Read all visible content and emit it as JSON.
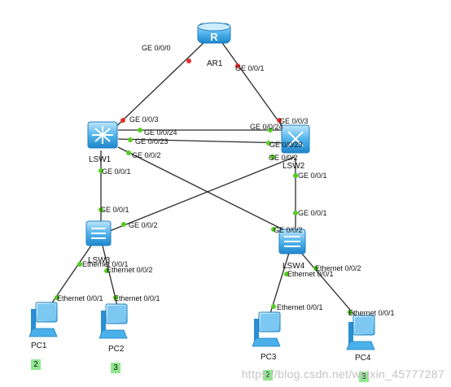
{
  "devices": {
    "ar1": "AR1",
    "lsw1": "LSW1",
    "lsw2": "LSW2",
    "lsw3": "LSW3",
    "lsw4": "LSW4",
    "pc1": "PC1",
    "pc2": "PC2",
    "pc3": "PC3",
    "pc4": "PC4"
  },
  "ports": {
    "ar1_g000": "GE 0/0/0",
    "ar1_g001": "GE 0/0/1",
    "lsw1_g003": "GE 0/0/3",
    "lsw1_g024": "GE 0/0/24",
    "lsw1_g023": "GE 0/0/23",
    "lsw1_g002": "GE 0/0/2",
    "lsw1_g001": "GE 0/0/1",
    "lsw2_g003": "GE 0/0/3",
    "lsw2_g024": "GE 0/0/24",
    "lsw2_g023": "GE 0/0/23",
    "lsw2_g002": "GE 0/0/2",
    "lsw2_g001": "GE 0/0/1",
    "lsw3_g001": "GE 0/0/1",
    "lsw3_g002": "GE 0/0/2",
    "lsw3_e001": "Ethernet 0/0/1",
    "lsw3_e002": "Ethernet 0/0/2",
    "lsw4_g001": "GE 0/0/1",
    "lsw4_g002": "GE 0/0/2",
    "lsw4_e001": "Ethernet 0/0/1",
    "lsw4_e002": "Ethernet 0/0/2",
    "pc1_e001": "Ethernet 0/0/1",
    "pc2_e001": "Ethernet 0/0/1",
    "pc3_e001": "Ethernet 0/0/1",
    "pc4_e001": "Ethernet 0/0/1"
  },
  "vlan_badges": {
    "pc1": "2",
    "pc2": "3",
    "pc3": "2",
    "pc4": "3"
  },
  "watermark": "https://blog.csdn.net/weixin_45777287",
  "colors": {
    "link": "#2b2b2b",
    "port_up": "#55cc22",
    "port_router": "#e53030",
    "device_blue": "#3aa6e6",
    "badge": "#90e890"
  },
  "icons": {
    "router": "router-icon",
    "switch": "switch-icon",
    "pc": "pc-icon"
  }
}
